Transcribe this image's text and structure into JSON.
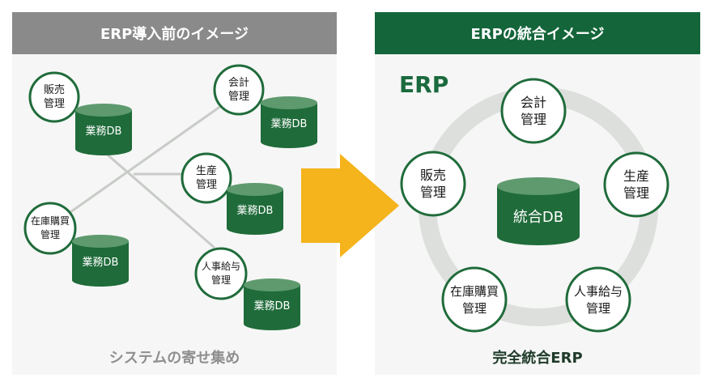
{
  "left_panel": {
    "header": "ERP導入前のイメージ",
    "caption": "システムの寄せ集め",
    "modules": [
      {
        "id": "sales",
        "line1": "販売",
        "line2": "管理"
      },
      {
        "id": "accounting",
        "line1": "会計",
        "line2": "管理"
      },
      {
        "id": "production",
        "line1": "生産",
        "line2": "管理"
      },
      {
        "id": "inventory",
        "line1": "在庫購買",
        "line2": "管理"
      },
      {
        "id": "hr",
        "line1": "人事給与",
        "line2": "管理"
      }
    ],
    "db_label": "業務DB"
  },
  "right_panel": {
    "header": "ERPの統合イメージ",
    "erp_label": "ERP",
    "caption": "完全統合ERP",
    "center_db": "統合DB",
    "modules": [
      {
        "id": "accounting",
        "line1": "会計",
        "line2": "管理"
      },
      {
        "id": "production",
        "line1": "生産",
        "line2": "管理"
      },
      {
        "id": "hr",
        "line1": "人事給与",
        "line2": "管理"
      },
      {
        "id": "inventory",
        "line1": "在庫購買",
        "line2": "管理"
      },
      {
        "id": "sales",
        "line1": "販売",
        "line2": "管理"
      }
    ]
  },
  "colors": {
    "green_dark": "#14653a",
    "green_db": "#1f6b3a",
    "green_db_top": "#5e9a6e",
    "ring": "#dcdfdc",
    "arrow": "#f5b31c",
    "gray_header": "#8a8a8a"
  }
}
